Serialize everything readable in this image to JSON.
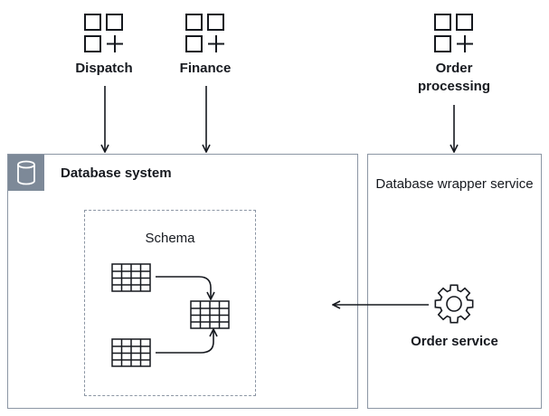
{
  "clients": [
    {
      "label": "Dispatch",
      "icon": "application-icon"
    },
    {
      "label": "Finance",
      "icon": "application-icon"
    },
    {
      "label": "Order processing",
      "icon": "application-icon"
    }
  ],
  "database_system": {
    "title": "Database system",
    "icon": "database-icon"
  },
  "schema": {
    "title": "Schema",
    "icon": "table-icon"
  },
  "wrapper_service": {
    "title": "Database wrapper service",
    "service_label": "Order service",
    "service_icon": "gear-icon"
  },
  "colors": {
    "stroke": "#16191f",
    "border": "#8c96a4",
    "badge": "#7d8998"
  }
}
